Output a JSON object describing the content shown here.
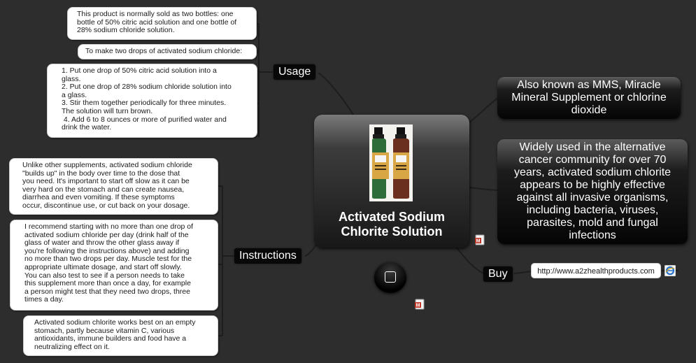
{
  "central": {
    "title_lines": [
      "Activated Sodium",
      "Chlorite Solution"
    ],
    "image": "product-bottles-image"
  },
  "branches": {
    "usage": {
      "label": "Usage",
      "notes": [
        [
          "This product is normally sold as two bottles: one",
          "bottle of 50% citric acid solution and one bottle of",
          "28% sodium chloride solution."
        ],
        [
          "To make two drops of activated sodium chloride:"
        ],
        [
          "1. Put one drop of 50% citric acid solution into a",
          "glass.",
          "2. Put one drop of 28% sodium chloride solution into",
          "a glass.",
          "3. Stir them together periodically for three minutes.",
          "The solution will turn brown.",
          " 4. Add 6 to 8 ounces or more of purified water and",
          "drink the water."
        ]
      ]
    },
    "instructions": {
      "label": "Instructions",
      "notes": [
        [
          "Unlike other supplements, activated sodium chloride",
          "\"builds up\" in the body over time to the dose that",
          "you need. It's important to start off slow as it can be",
          "very hard on the stomach and can create nausea,",
          "diarrhea and even vomiting. If these symptoms",
          "occur, discontinue use, or cut back on your dosage."
        ],
        [
          "I recommend starting with no more than one drop of",
          "activated sodium chloride per day (drink half of the",
          "glass of water and throw the other glass away if",
          "you're following the instructions above) and adding",
          "no more than two drops per day. Muscle test for the",
          "appropriate ultimate dosage, and start off slowly.",
          "You can also test to see if a person needs to take",
          "this supplement more than once a day, for example",
          "a person might test that they need two drops, three",
          "times a day."
        ],
        [
          "Activated sodium chlorite works best on an empty",
          "stomach, partly because vitamin C, various",
          "antioxidants, immune builders and food have a",
          "neutralizing effect on it."
        ]
      ]
    },
    "aka": {
      "lines": [
        "Also known as MMS, Miracle",
        "Mineral Supplement or chlorine",
        "dioxide"
      ]
    },
    "widely_used": {
      "lines": [
        "Widely used in the alternative",
        "cancer community for over 70",
        "years, activated sodium chlorite",
        "appears to be highly effective",
        "against all invasive organisms,",
        "including bacteria, viruses,",
        "parasites, mold and fungal",
        "infections"
      ]
    },
    "buy": {
      "label": "Buy",
      "url": "http://www.a2zhealthproducts.com"
    }
  },
  "icons": {
    "link": "internet-explorer-icon",
    "map_marker": "mindmap-file-icon",
    "floating": "square-button-icon"
  },
  "colors": {
    "background": "#2d2d2d",
    "connector": "#1c1c1c",
    "label_bg": "#080808",
    "note_bg": "#ffffff"
  }
}
